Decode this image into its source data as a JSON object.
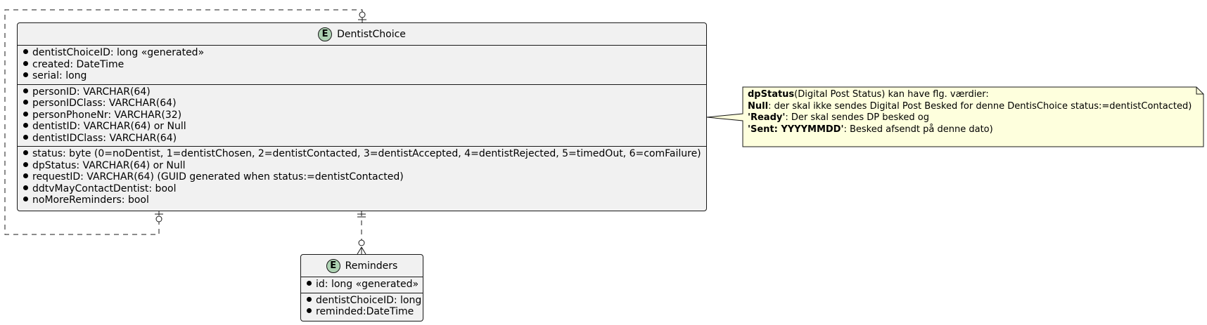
{
  "entities": {
    "dentist_choice": {
      "name": "DentistChoice",
      "badge": "E",
      "groups": [
        [
          "dentistChoiceID: long «generated»",
          "created: DateTime",
          "serial: long"
        ],
        [
          "personID: VARCHAR(64)",
          "personIDClass: VARCHAR(64)",
          "personPhoneNr: VARCHAR(32)",
          "dentistID: VARCHAR(64) or Null",
          "dentistIDClass: VARCHAR(64)"
        ],
        [
          "status: byte (0=noDentist, 1=dentistChosen, 2=dentistContacted, 3=dentistAccepted, 4=dentistRejected, 5=timedOut, 6=comFailure)",
          "dpStatus: VARCHAR(64) or Null",
          "requestID: VARCHAR(64) (GUID generated when status:=dentistContacted)",
          "ddtvMayContactDentist: bool",
          "noMoreReminders: bool"
        ]
      ]
    },
    "reminders": {
      "name": "Reminders",
      "badge": "E",
      "groups": [
        [
          "id: long «generated»"
        ],
        [
          "dentistChoiceID: long",
          "reminded:DateTime"
        ]
      ]
    }
  },
  "note": {
    "lines": [
      {
        "bold": "dpStatus",
        "text": "(Digital Post Status) kan have flg. værdier:"
      },
      {
        "bold": "Null",
        "text": ": der skal ikke sendes Digital Post Besked for denne DentisChoice status:=dentistContacted)"
      },
      {
        "bold": "'Ready'",
        "text": ": Der skal sendes DP besked og"
      },
      {
        "bold": "'Sent: YYYYMMDD'",
        "text": ": Besked afsendt på denne dato)"
      }
    ]
  },
  "colors": {
    "entity_fill": "#F1F1F1",
    "badge_fill": "#ADD1B2",
    "note_fill": "#FEFFDD",
    "line": "#181818"
  }
}
